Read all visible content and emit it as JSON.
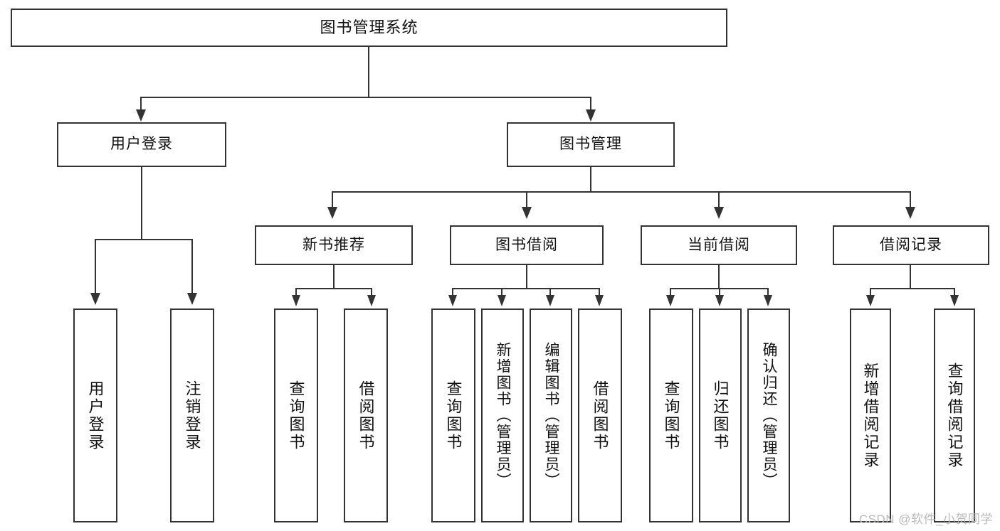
{
  "diagram": {
    "title": "图书管理系统",
    "type": "tree-hierarchy-chart",
    "root": {
      "label": "图书管理系统"
    },
    "level2": [
      {
        "label": "用户登录"
      },
      {
        "label": "图书管理"
      }
    ],
    "level3": [
      {
        "label": "新书推荐"
      },
      {
        "label": "图书借阅"
      },
      {
        "label": "当前借阅"
      },
      {
        "label": "借阅记录"
      }
    ],
    "leaves": {
      "user_login": [
        {
          "label": "用户登录"
        },
        {
          "label": "注销登录"
        }
      ],
      "new_book_recommend": [
        {
          "label": "查询图书"
        },
        {
          "label": "借阅图书"
        }
      ],
      "book_borrow": [
        {
          "label": "查询图书"
        },
        {
          "label": "新增图书（管理员）"
        },
        {
          "label": "编辑图书（管理员）"
        },
        {
          "label": "借阅图书"
        }
      ],
      "current_borrow": [
        {
          "label": "查询图书"
        },
        {
          "label": "归还图书"
        },
        {
          "label": "确认归还（管理员）"
        }
      ],
      "borrow_record": [
        {
          "label": "新增借阅记录"
        },
        {
          "label": "查询借阅记录"
        }
      ]
    }
  },
  "watermark": {
    "text": "CSDN @软件_小贺同学"
  },
  "colors": {
    "stroke": "#333333",
    "background": "#ffffff",
    "text": "#111111",
    "watermark": "#b9b9b9"
  }
}
